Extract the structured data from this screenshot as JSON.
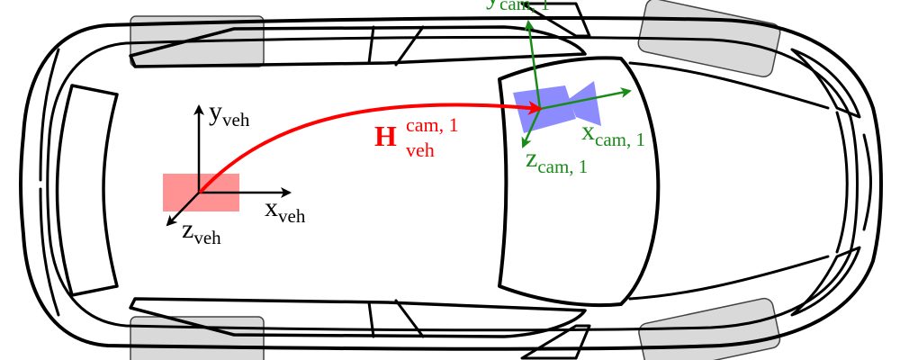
{
  "colors": {
    "outline": "#000000",
    "vehicle_frame": "#000000",
    "camera_frame": "#1a8a1a",
    "transform_arrow": "#ff0000",
    "vehicle_origin_box": "#ff7f7f",
    "camera_body": "#7f7fff",
    "wheel_fill": "#d9d9d9"
  },
  "vehicle_frame": {
    "y_axis": "y",
    "y_sub": "veh",
    "x_axis": "x",
    "x_sub": "veh",
    "z_axis": "z",
    "z_sub": "veh"
  },
  "camera_frame": {
    "y_axis": "y",
    "y_sub": "cam, 1",
    "x_axis": "x",
    "x_sub": "cam, 1",
    "z_axis": "z",
    "z_sub": "cam, 1"
  },
  "transform": {
    "symbol": "H",
    "superscript": "cam, 1",
    "subscript": "veh"
  },
  "icons": [
    "car-top-view-icon",
    "camera-icon"
  ]
}
